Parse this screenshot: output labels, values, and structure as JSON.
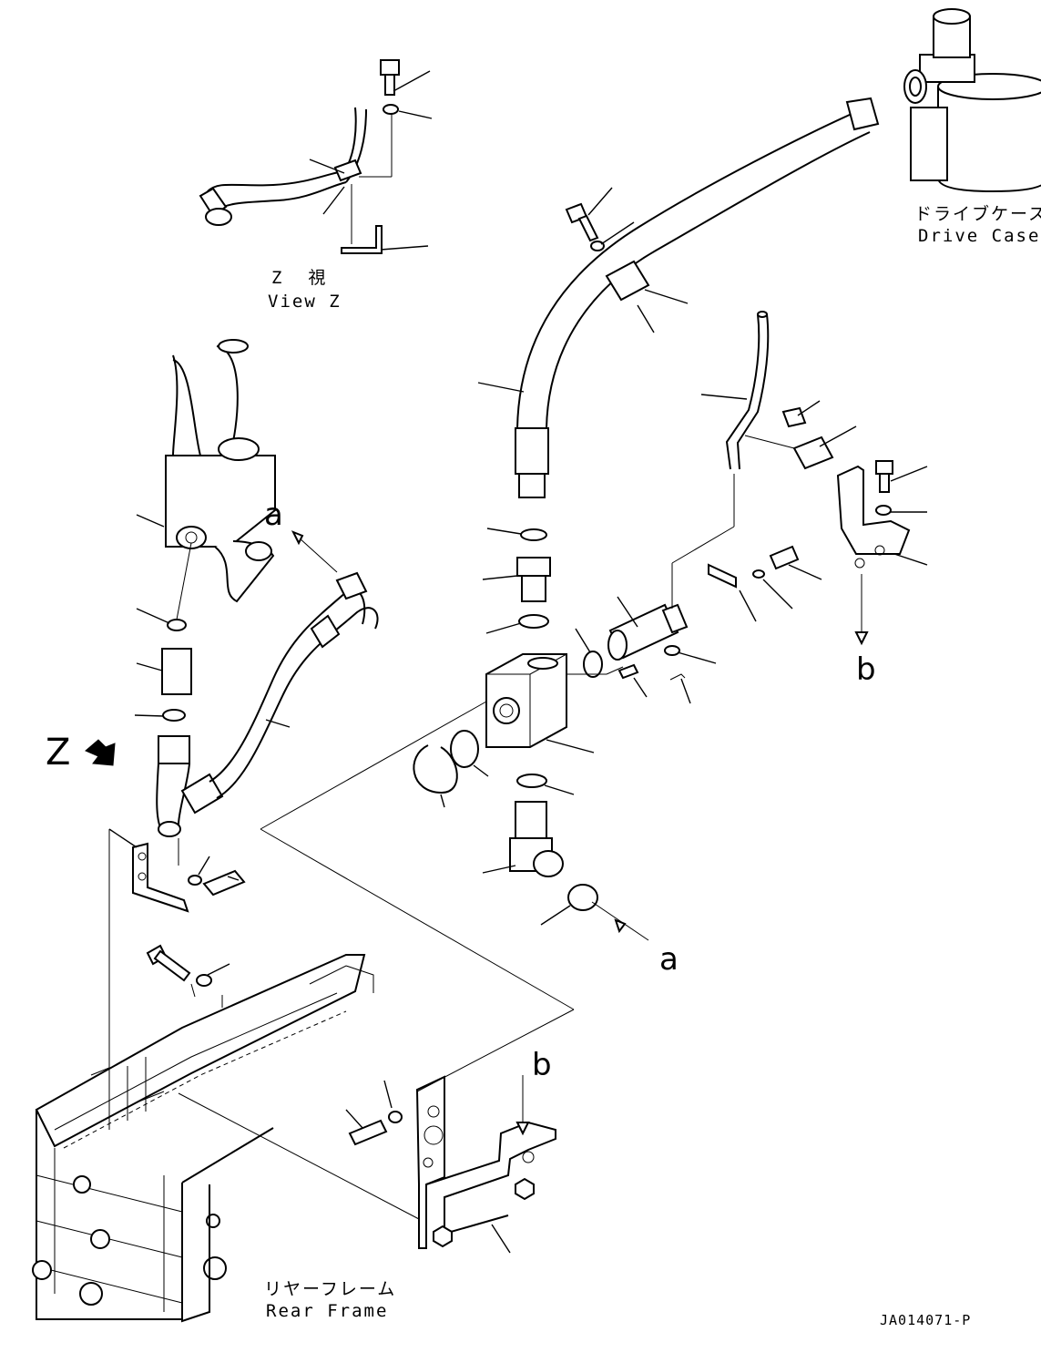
{
  "labels": {
    "ref_a_top": "a",
    "ref_a_bottom": "a",
    "ref_b_right": "b",
    "ref_b_bottom": "b",
    "view_z_marker": "Z",
    "view_z_jp": "Z  視",
    "view_z_en": "View Z",
    "drive_case_jp": "ドライブケース",
    "drive_case_en": "Drive Case",
    "rear_frame_jp": "リヤーフレーム",
    "rear_frame_en": "Rear Frame",
    "drawing_code": "JA014071-P"
  }
}
